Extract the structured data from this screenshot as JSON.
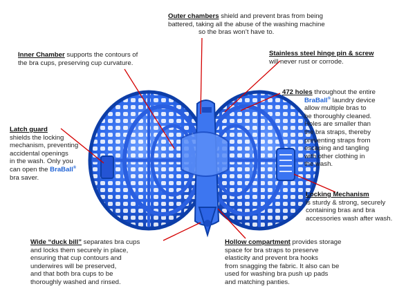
{
  "colors": {
    "ball_blue": "#1f5fe6",
    "ball_dark": "#0d3ea8",
    "ball_light": "#5d93ff",
    "leader_red": "#d40000",
    "brand_blue": "#1f63d6"
  },
  "brand": {
    "name": "BraBall",
    "mark": "®"
  },
  "callouts": {
    "outer_chambers": {
      "heading": "Outer chambers",
      "line1": " shield and prevent bras from being",
      "line2": "battered, taking all the abuse of the washing machine",
      "line3": "so the bras won’t have to."
    },
    "inner_chamber": {
      "heading": "Inner Chamber",
      "line1": " supports the contours of",
      "line2": "the bra cups, preserving cup curvature."
    },
    "hinge": {
      "heading": "Stainless steel hinge pin & screw",
      "line1": "will never rust or corrode."
    },
    "holes": {
      "heading": "472 holes",
      "line1": " throughout the entire",
      "line2_after_brand": " laundry device",
      "lines": [
        "allow multiple bras to",
        "be thoroughly cleaned.",
        "Holes are smaller than",
        "the bra straps, thereby",
        "preventing straps from",
        "escaping and tangling",
        "with other clothing in",
        "the wash."
      ]
    },
    "latch": {
      "heading": "Latch guard",
      "lines": [
        "shields the locking",
        "mechanism, preventing",
        "accidental openings",
        "in the wash. Only you"
      ],
      "line5_before_brand": "can open the ",
      "line6": "bra saver."
    },
    "locking": {
      "heading": "Locking Mechanism",
      "lines": [
        "is sturdy & strong, securely",
        "containing bras and bra",
        "accessories wash after wash."
      ]
    },
    "duck_bill": {
      "heading": "Wide “duck bill”",
      "line1": " separates bra cups",
      "lines": [
        "and locks them securely in place,",
        "ensuring that cup contours and",
        "underwires will be preserved,",
        "and that both bra cups to be",
        "thoroughly washed and rinsed."
      ]
    },
    "hollow": {
      "heading": "Hollow compartment",
      "line1": " provides storage",
      "lines": [
        "space for bra straps to preserve",
        "elasticity and prevent bra hooks",
        "from snagging the fabric. It also can be",
        "used for washing bra push up pads",
        "and matching panties."
      ]
    }
  }
}
